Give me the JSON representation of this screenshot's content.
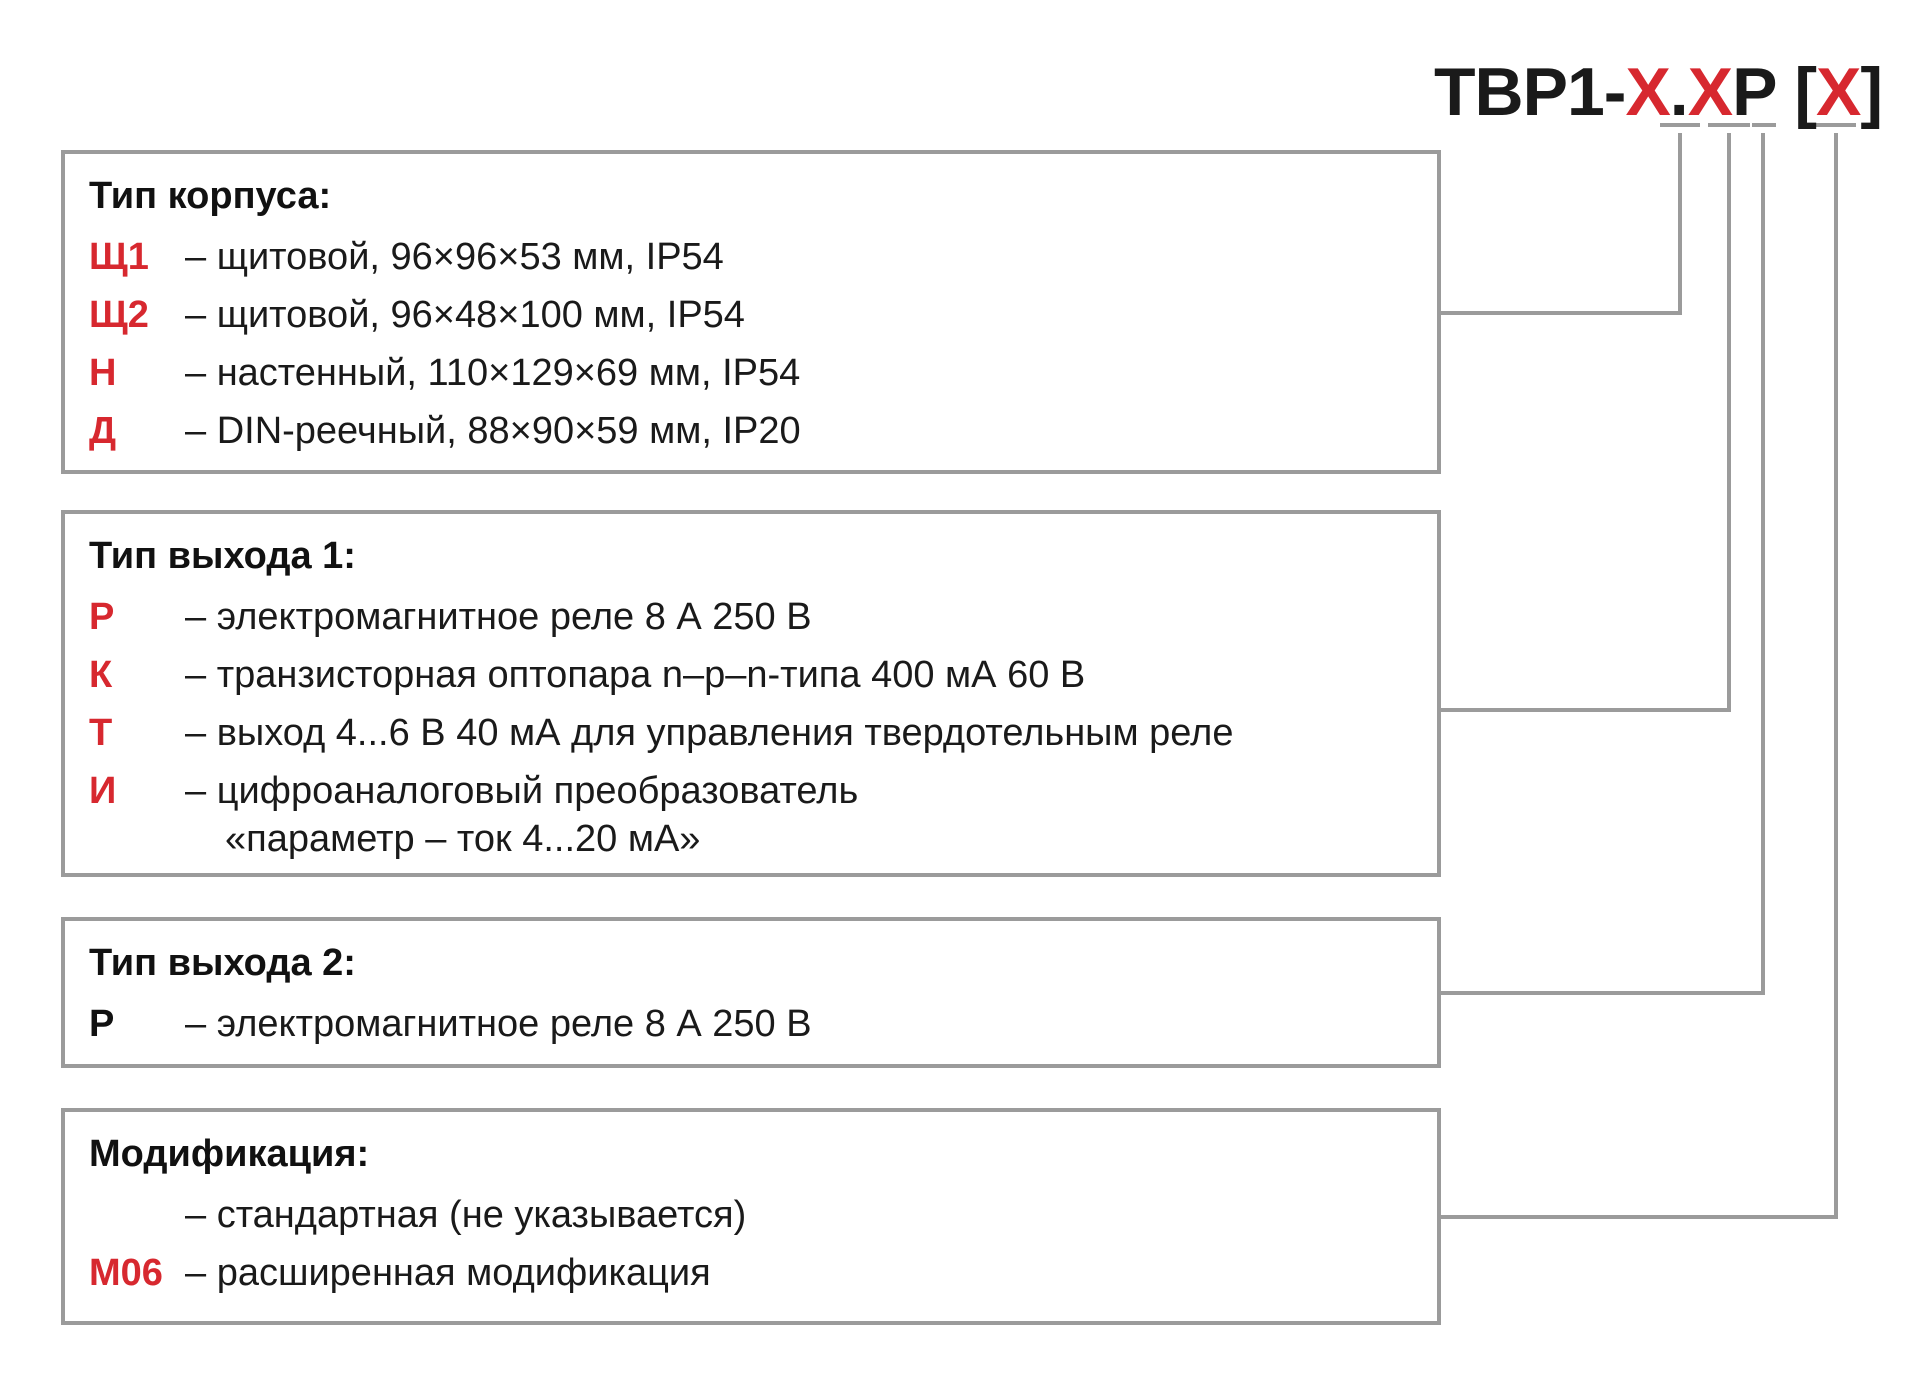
{
  "model_code": {
    "prefix": "ТВР1-",
    "x1": "Х",
    "dot": ".",
    "x2": "Х",
    "p": "Р",
    "space": " ",
    "bracket_open": "[",
    "x3": "Х",
    "bracket_close": "]"
  },
  "colors": {
    "accent": "#d7282f",
    "border": "#9b9b9b",
    "text": "#111111"
  },
  "sections": [
    {
      "title": "Тип корпуса:",
      "rows": [
        {
          "code": "Щ1",
          "desc": "– щитовой, 96×96×53 мм, IP54"
        },
        {
          "code": "Щ2",
          "desc": "– щитовой, 96×48×100 мм, IP54"
        },
        {
          "code": "Н",
          "desc": "– настенный, 110×129×69 мм, IP54"
        },
        {
          "code": "Д",
          "desc": "– DIN-реечный, 88×90×59 мм, IP20"
        }
      ]
    },
    {
      "title": "Тип выхода 1:",
      "rows": [
        {
          "code": "Р",
          "desc": "– электромагнитное реле 8 А 250 В"
        },
        {
          "code": "К",
          "desc": "– транзисторная оптопара n–p–n-типа  400 мА 60 В"
        },
        {
          "code": "Т",
          "desc": "– выход 4...6 В 40 мА для управления твердотельным реле"
        },
        {
          "code": "И",
          "desc": "– цифроаналоговый преобразователь",
          "desc2": "«параметр – ток 4...20 мА»"
        }
      ]
    },
    {
      "title": "Тип выхода 2:",
      "rows": [
        {
          "code": "Р",
          "desc": "–  электромагнитное реле 8 А 250 В"
        }
      ]
    },
    {
      "title": "Модификация:",
      "rows": [
        {
          "code": "",
          "desc": "– стандартная (не указывается)"
        },
        {
          "code": "М06",
          "desc": "– расширенная модификация"
        }
      ]
    }
  ]
}
